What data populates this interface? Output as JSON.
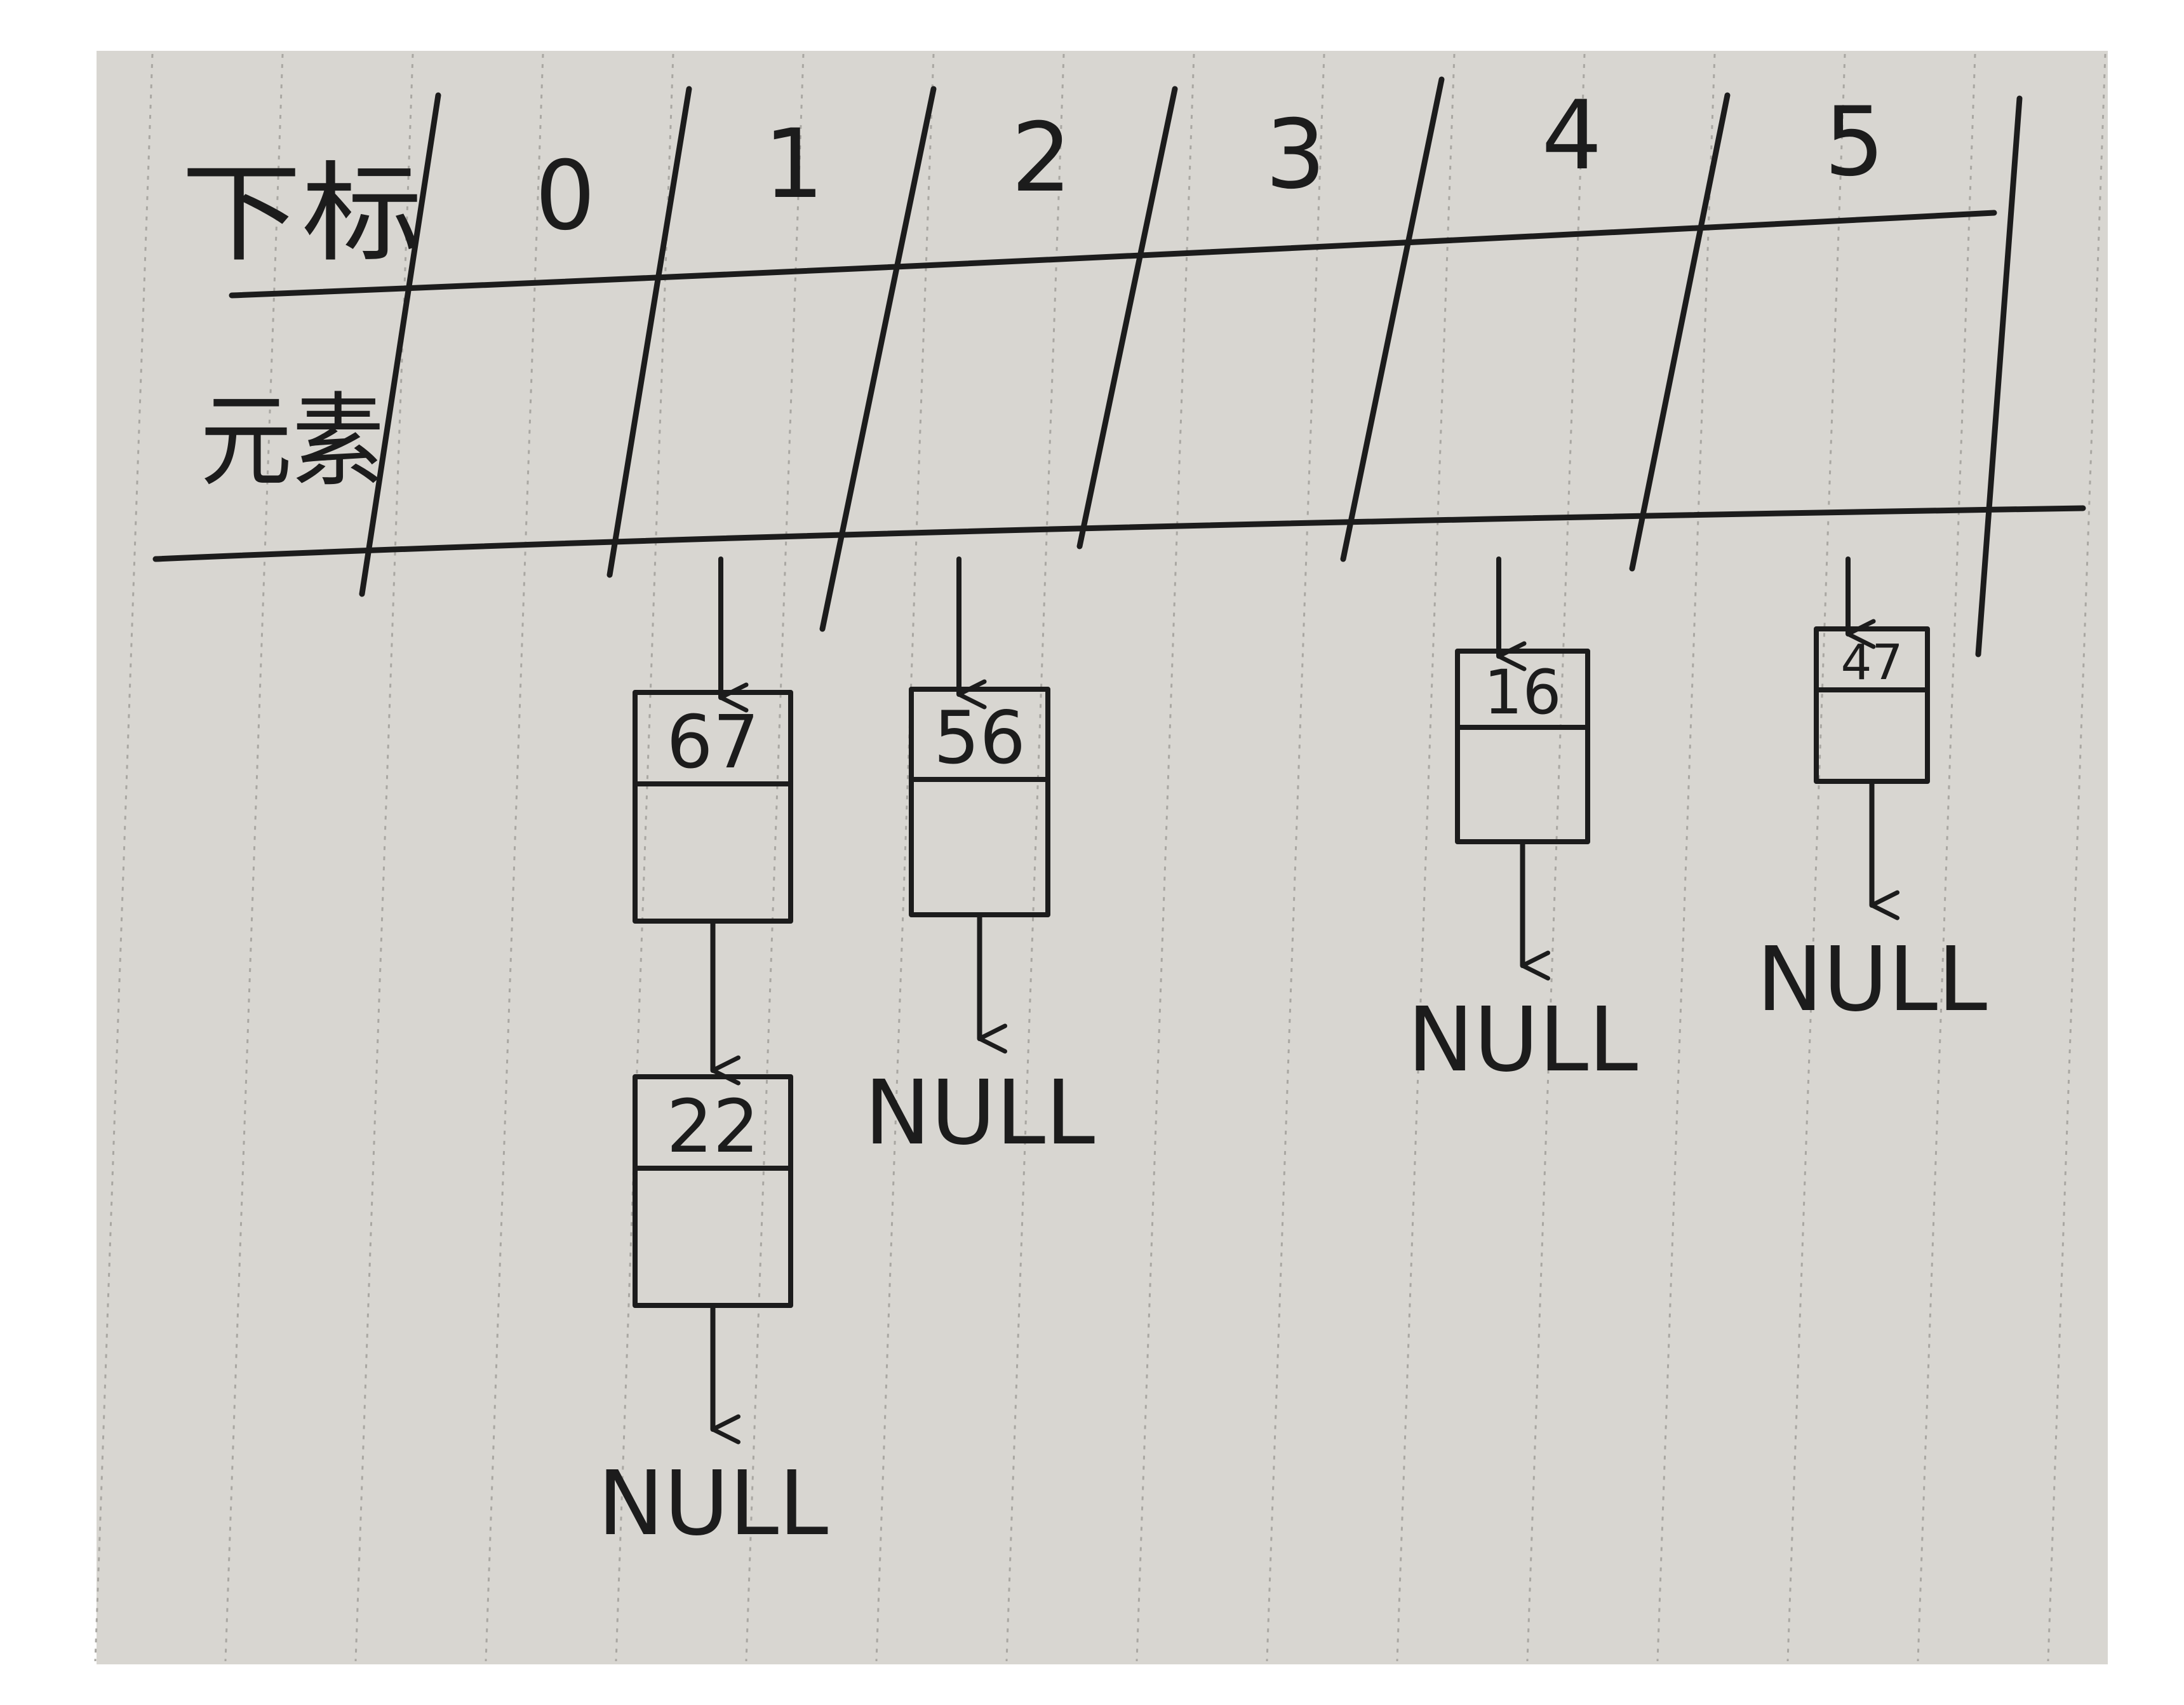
{
  "header_label": "下标",
  "element_label": "元素",
  "indices": [
    "0",
    "1",
    "2",
    "3",
    "4",
    "5"
  ],
  "chains": [
    {
      "index": "1",
      "nodes": [
        "67",
        "22"
      ],
      "end": "NULL"
    },
    {
      "index": "2",
      "nodes": [
        "56"
      ],
      "end": "NULL"
    },
    {
      "index": "4",
      "nodes": [
        "16"
      ],
      "end": "NULL"
    },
    {
      "index": "5",
      "nodes": [
        "47"
      ],
      "end": "NULL"
    }
  ],
  "colors": {
    "paper": "#d8d6d1",
    "ink": "#1c1c1c",
    "rule": "#a9a7a2",
    "background": "#ffffff"
  }
}
